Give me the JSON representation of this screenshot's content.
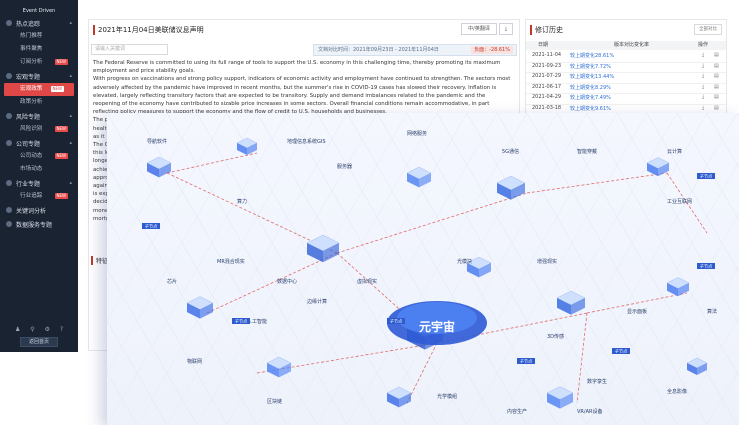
{
  "sidebar": {
    "brand": "Event Driven",
    "sections": [
      {
        "label": "热点追踪",
        "items": [
          {
            "label": "热门推荐",
            "badge": ""
          },
          {
            "label": "事件聚焦",
            "badge": ""
          },
          {
            "label": "订阅分析",
            "badge": "NEW"
          }
        ]
      },
      {
        "label": "宏观专题",
        "items": [
          {
            "label": "宏观政策",
            "badge": "NEW",
            "active": true
          },
          {
            "label": "政策分析",
            "badge": ""
          }
        ]
      },
      {
        "label": "风险专题",
        "items": [
          {
            "label": "风险识别",
            "badge": "NEW"
          }
        ]
      },
      {
        "label": "公司专题",
        "items": [
          {
            "label": "公司动态",
            "badge": "NEW"
          },
          {
            "label": "市场动态",
            "badge": ""
          }
        ]
      },
      {
        "label": "行业专题",
        "items": [
          {
            "label": "行业追踪",
            "badge": "NEW"
          }
        ]
      },
      {
        "label": "关键词分析",
        "items": []
      },
      {
        "label": "数据服务专题",
        "items": []
      }
    ],
    "footer_button": "返回首页"
  },
  "panel": {
    "title": "2021年11月04日美联储议息声明",
    "btn_translate": "中/英翻译",
    "search_placeholder": "请输入关键词",
    "date_range": "文档对比时间：2021年09月23日 - 2021年11月04日",
    "sentiment": "负面：-28.61%",
    "paragraphs": [
      [
        "The Federal Reserve is committed to using its full range of tools to support the U.S. economy in this challenging time, thereby promoting its maximum employment and price stability goals."
      ],
      [
        "With progress on vaccinations and strong policy support, indicators of economic activity and employment have continued to strengthen. The sectors most adversely affected by the pandemic have improved in recent months, but the summer's rise in COVID-19 cases has slowed their recovery. Inflation is elevated, largely reflecting transitory factors that are expected to be transitory. Supply and demand imbalances related to the pandemic and the reopening of the economy have contributed to sizable price increases in some sectors. Overall financial conditions remain accommodative, in part reflecting policy measures to support the economy and the flow of credit to U.S. households and businesses."
      ],
      [
        "The p"
      ],
      [
        "health"
      ],
      [
        "as it"
      ],
      [
        "The C"
      ],
      [
        "this lo"
      ],
      [
        "longer"
      ],
      [
        "achiev"
      ],
      [
        "appro"
      ],
      [
        "agains"
      ],
      [
        "is exp"
      ],
      [
        "decid"
      ],
      [
        "mone"
      ],
      [
        "mortg"
      ]
    ],
    "section_label": "特征关"
  },
  "history": {
    "title": "修订历史",
    "btn": "全部对比",
    "headers": [
      "日期",
      "版本对比变化率",
      "操作"
    ],
    "rows": [
      {
        "date": "2021-11-04",
        "label": "较上期变化28.61%"
      },
      {
        "date": "2021-09-23",
        "label": "较上期变化7.72%"
      },
      {
        "date": "2021-07-29",
        "label": "较上期变化13.44%"
      },
      {
        "date": "2021-06-17",
        "label": "较上期变化8.29%"
      },
      {
        "date": "2021-04-29",
        "label": "较上期变化7.49%"
      },
      {
        "date": "2021-03-18",
        "label": "较上期变化9.61%"
      }
    ]
  },
  "overlay": {
    "center": "元宇宙",
    "nodes": [
      "导航软件",
      "地理信息系统GIS",
      "网络服务",
      "5G通信",
      "智能穿戴",
      "云计算",
      "工业互联网",
      "算力",
      "数据中心",
      "人工智能",
      "芯片",
      "服务器",
      "物联网",
      "区块链",
      "边缘计算",
      "虚拟现实",
      "增强现实",
      "3D传感",
      "光模块",
      "MR混合现实",
      "显示面板",
      "光学模组",
      "数字孪生",
      "内容生产",
      "VR/AR设备",
      "全息影像",
      "算法"
    ],
    "tags": [
      "子节点",
      "子节点",
      "子节点",
      "子节点",
      "子节点",
      "子节点",
      "子节点"
    ]
  },
  "colors": {
    "sidebar_bg": "#1a2332",
    "accent_red": "#e04848",
    "link_blue": "#2f6fd6",
    "overlay_blue": "#3a6be0"
  }
}
